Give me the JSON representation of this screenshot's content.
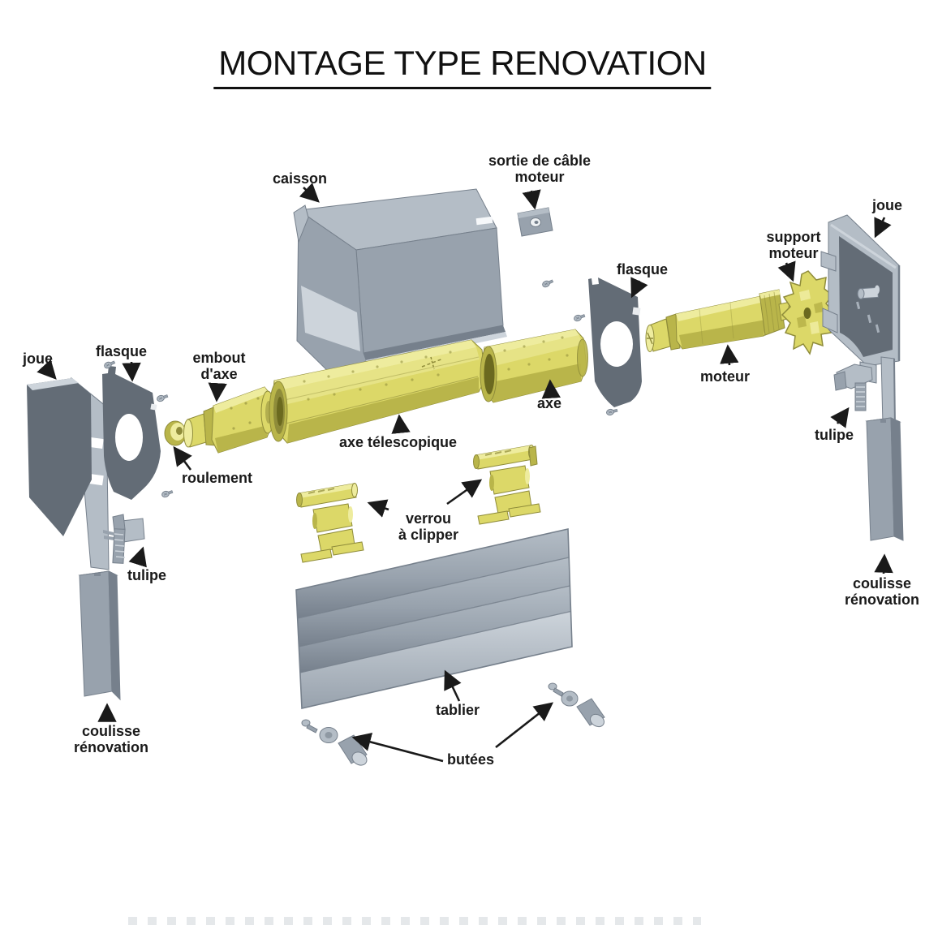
{
  "title": "MONTAGE TYPE RENOVATION",
  "labels": {
    "caisson": "caisson",
    "sortie_cable": "sortie de câble\nmoteur",
    "joue_right": "joue",
    "support_moteur": "support\nmoteur",
    "flasque_right": "flasque",
    "moteur": "moteur",
    "tulipe_right": "tulipe",
    "coulisse_right": "coulisse\nrénovation",
    "joue_left": "joue",
    "flasque_left": "flasque",
    "embout_axe": "embout\nd'axe",
    "roulement": "roulement",
    "axe_telescopique": "axe télescopique",
    "axe": "axe",
    "verrou": "verrou\nà clipper",
    "tablier": "tablier",
    "butees": "butées",
    "tulipe_left": "tulipe",
    "coulisse_left": "coulisse\nrénovation"
  },
  "colors": {
    "ink": "#1a1a1a",
    "yellow_light": "#eeec9e",
    "yellow": "#dcd868",
    "yellow_dark": "#b9b54a",
    "yellow_deep": "#8f8c3a",
    "yellow_deepest": "#6b691f",
    "gray_lightest": "#cdd4db",
    "gray_light": "#b4bdc6",
    "gray_mid": "#98a2ad",
    "gray_dark": "#76808c",
    "plate_dark": "#636c76",
    "white": "#ffffff"
  }
}
